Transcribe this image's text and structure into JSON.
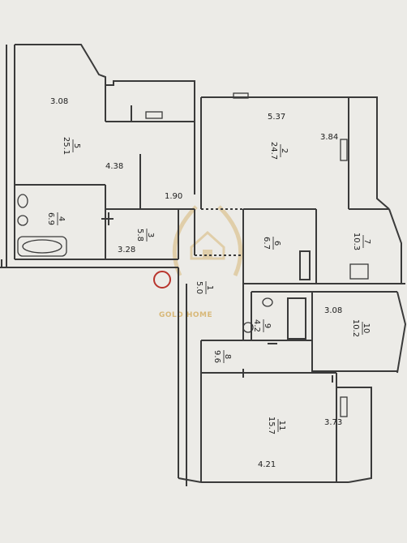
{
  "plan": {
    "dims": {
      "d308a": "3.08",
      "d438": "4.38",
      "d190": "1.90",
      "d537": "5.37",
      "d384": "3.84",
      "d328": "3.28",
      "d308b": "3.08",
      "d373": "3.73",
      "d421": "4.21"
    },
    "rooms": [
      {
        "num": "5",
        "area": "25.1"
      },
      {
        "num": "2",
        "area": "24.7"
      },
      {
        "num": "4",
        "area": "6.9"
      },
      {
        "num": "3",
        "area": "5.8"
      },
      {
        "num": "6",
        "area": "6.7"
      },
      {
        "num": "7",
        "area": "10.3"
      },
      {
        "num": "1",
        "area": "5.0"
      },
      {
        "num": "9",
        "area": "4.2"
      },
      {
        "num": "8",
        "area": "9.6"
      },
      {
        "num": "10",
        "area": "10.2"
      },
      {
        "num": "11",
        "area": "15.7"
      }
    ],
    "watermark": "GOLD HOME"
  },
  "colors": {
    "wall": "#3a3a3a",
    "paper": "#ecebe7",
    "watermark": "#d8b878"
  }
}
